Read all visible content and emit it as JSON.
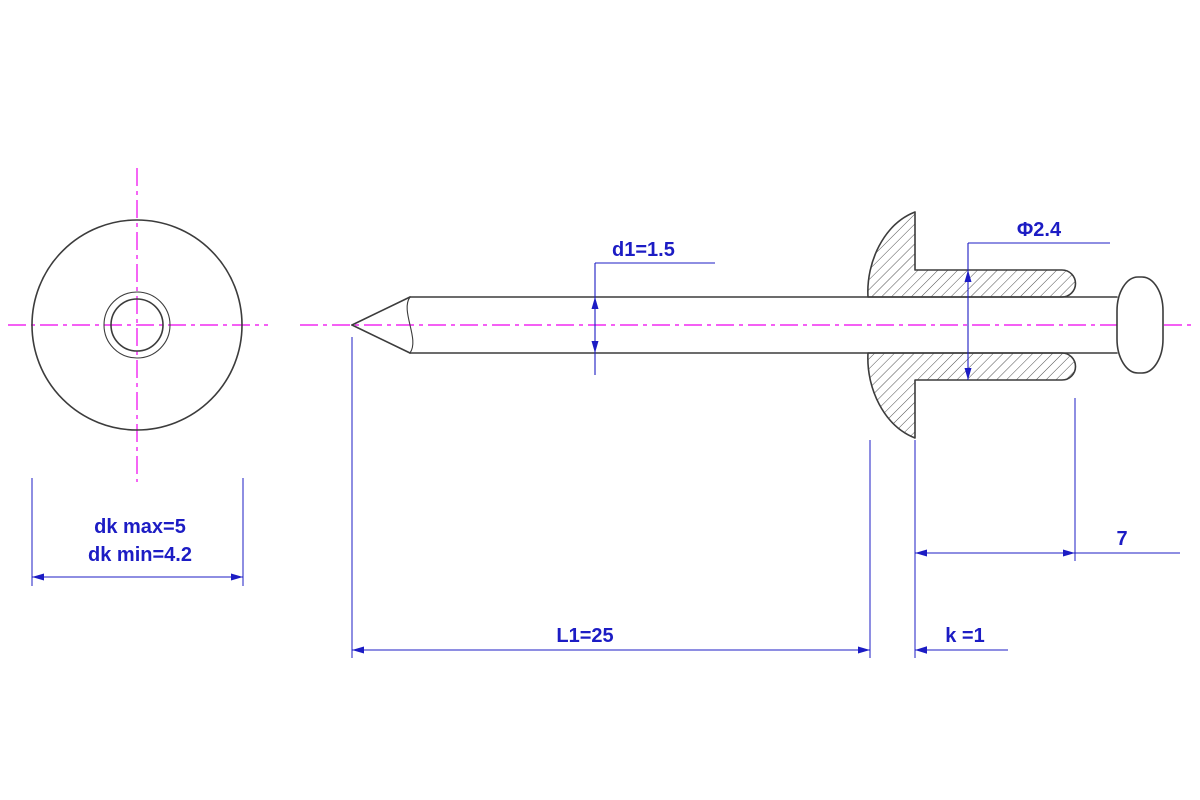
{
  "colors": {
    "line": "#3c3c3c",
    "dimension": "#1c1cc4",
    "centerline": "#ee00ee",
    "background": "#ffffff"
  },
  "front_view": {
    "dk_max": "dk max=5",
    "dk_min": "dk min=4.2"
  },
  "side_view": {
    "d1": "d1=1.5",
    "diameter": "Φ2.4",
    "body_length": "7",
    "L1": "L1=25",
    "k": "k =1"
  }
}
